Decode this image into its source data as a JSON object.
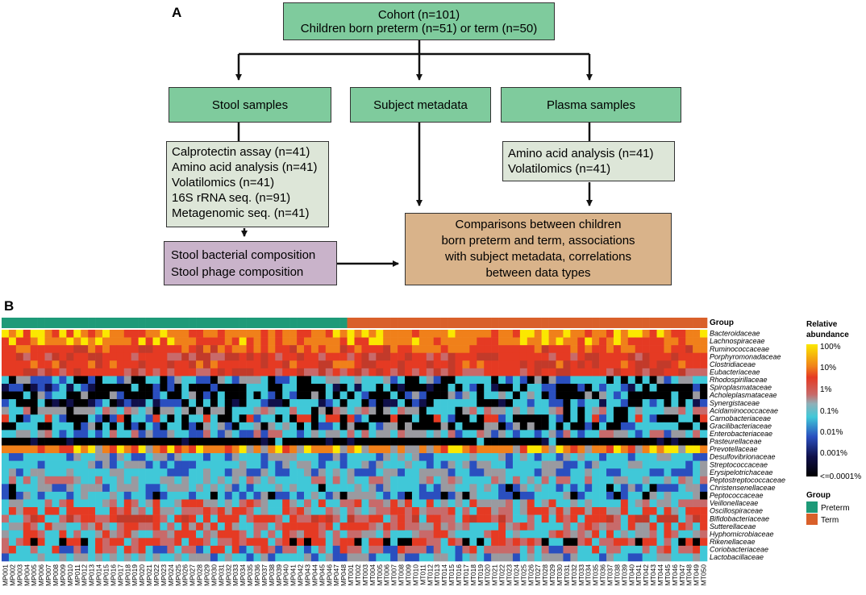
{
  "panel_a": {
    "letter": "A",
    "cohort": [
      "Cohort (n=101)",
      "Children born preterm (n=51) or term (n=50)"
    ],
    "stool_samples": "Stool samples",
    "subject_metadata": "Subject metadata",
    "plasma_samples": "Plasma samples",
    "stool_assays": [
      "Calprotectin assay (n=41)",
      "Amino acid analysis (n=41)",
      "Volatilomics (n=41)",
      "16S rRNA seq. (n=91)",
      "Metagenomic seq. (n=41)"
    ],
    "plasma_assays": [
      "Amino acid analysis (n=41)",
      "Volatilomics (n=41)"
    ],
    "composition": [
      "Stool bacterial composition",
      "Stool phage composition"
    ],
    "comparisons": [
      "Comparisons between children",
      "born preterm and term, associations",
      "with subject metadata, correlations",
      "between data types"
    ]
  },
  "panel_b": {
    "letter": "B",
    "group_row_label": "Group",
    "legend_title": [
      "Relative",
      "abundance"
    ],
    "scale_labels": [
      "100%",
      "10%",
      "1%",
      "0.1%",
      "0.01%",
      "0.001%",
      "<=0.0001%"
    ],
    "scale_colors": [
      "#fbe800",
      "#e53a23",
      "#c86a6a",
      "#40c8d8",
      "#2a4fbf",
      "#10104a",
      "#000000"
    ],
    "group_legend_title": "Group",
    "group_legend": [
      {
        "label": "Preterm",
        "color": "#1e9a78"
      },
      {
        "label": "Term",
        "color": "#d9602a"
      }
    ],
    "families": [
      "Bacteroidaceae",
      "Lachnospiraceae",
      "Ruminococcaceae",
      "Porphyromonadaceae",
      "Clostridiaceae",
      "Eubacteriaceae",
      "Rhodospirillaceae",
      "Spiroplasmataceae",
      "Acholeplasmataceae",
      "Synergistaceae",
      "Acidaminococcaceae",
      "Carnobacteriaceae",
      "Gracilibacteriaceae",
      "Enterobacteriaceae",
      "Pasteurellaceae",
      "Prevotellaceae",
      "Desulfovibrionaceae",
      "Streptococcaceae",
      "Erysipelotrichaceae",
      "Peptostreptococcaceae",
      "Christensenellaceae",
      "Peptococcaceae",
      "Veillonellaceae",
      "Oscillospiraceae",
      "Bifidobacteriaceae",
      "Sutterellaceae",
      "Hyphomicrobiaceae",
      "Rikenellaceae",
      "Coriobacteriaceae",
      "Lactobacillaceae"
    ],
    "samples": [
      "MP001",
      "MP002",
      "MP003",
      "MP004",
      "MP005",
      "MP006",
      "MP007",
      "MP008",
      "MP009",
      "MP010",
      "MP011",
      "MP012",
      "MP013",
      "MP014",
      "MP015",
      "MP016",
      "MP017",
      "MP018",
      "MP019",
      "MP020",
      "MP021",
      "MP022",
      "MP023",
      "MP024",
      "MP025",
      "MP026",
      "MP027",
      "MP028",
      "MP029",
      "MP030",
      "MP031",
      "MP032",
      "MP033",
      "MP034",
      "MP035",
      "MP036",
      "MP037",
      "MP038",
      "MP039",
      "MP040",
      "MP041",
      "MP042",
      "MP043",
      "MP044",
      "MP045",
      "MP046",
      "MP047",
      "MP048",
      "MT001",
      "MT002",
      "MT003",
      "MT004",
      "MT005",
      "MT006",
      "MT007",
      "MT008",
      "MT009",
      "MT010",
      "MT011",
      "MT012",
      "MT013",
      "MT014",
      "MT015",
      "MT016",
      "MT017",
      "MT018",
      "MT019",
      "MT020",
      "MT021",
      "MT022",
      "MT023",
      "MT024",
      "MT025",
      "MT026",
      "MT027",
      "MT028",
      "MT029",
      "MT030",
      "MT031",
      "MT032",
      "MT033",
      "MT034",
      "MT035",
      "MT036",
      "MT037",
      "MT038",
      "MT039",
      "MT040",
      "MT041",
      "MT042",
      "MT043",
      "MT044",
      "MT045",
      "MT046",
      "MT047",
      "MT048",
      "MT049",
      "MT050"
    ]
  }
}
